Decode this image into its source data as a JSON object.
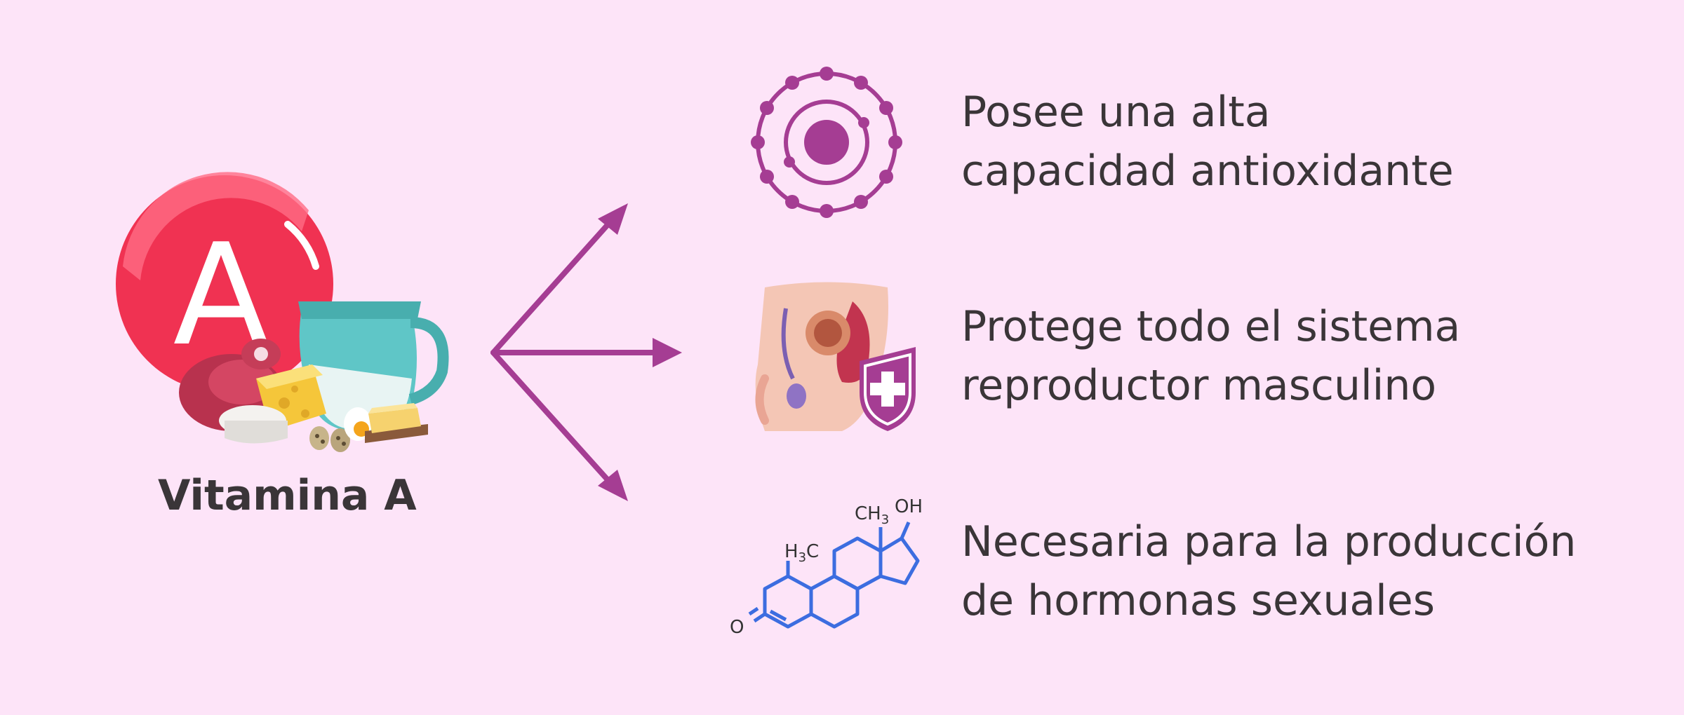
{
  "vitamin": {
    "letter": "A",
    "title": "Vitamina A"
  },
  "benefits": [
    {
      "icon": "antioxidant-atom-icon",
      "lines": [
        "Posee una alta",
        "capacidad antioxidante"
      ]
    },
    {
      "icon": "male-reproductive-shield-icon",
      "lines": [
        "Protege todo el sistema",
        "reproductor masculino"
      ]
    },
    {
      "icon": "steroid-hormone-molecule-icon",
      "lines": [
        "Necesaria para la producción",
        "de hormonas sexuales"
      ]
    }
  ],
  "molecule_labels": {
    "ch3_main": "CH",
    "ch3_sub": "3",
    "oh": "OH",
    "h3c_main": "H",
    "h3c_sub": "3",
    "h3c_end": "C",
    "oxygen": "O"
  },
  "colors": {
    "background": "#fde4f8",
    "accent": "#a53d93",
    "vitamin_red": "#f03252",
    "molecule_blue": "#3c6de0",
    "text": "#3a3538"
  }
}
